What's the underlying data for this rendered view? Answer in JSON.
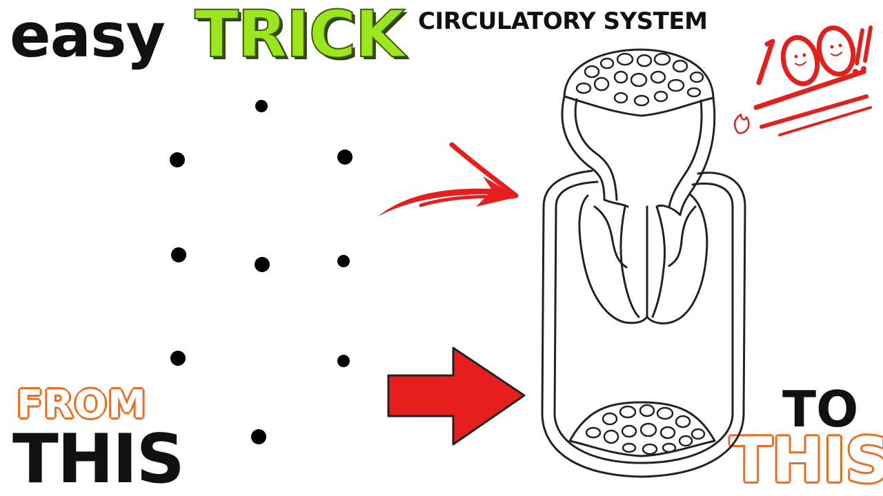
{
  "thumbnail": {
    "title_word1": "easy",
    "title_word2": "TRICK",
    "subtitle": "CIRCULATORY SYSTEM",
    "from_label": "FROM",
    "this_left_label": "THIS",
    "to_label": "TO",
    "this_right_label": "THIS",
    "score": "100",
    "score_suffix": "!!"
  },
  "colors": {
    "title_green": "#9be61d",
    "accent_orange": "#f06a1e",
    "arrow_red": "#e61e1e",
    "ink": "#111111"
  },
  "icons": [
    "hundred-points-icon",
    "fire-icon",
    "curved-arrow-icon",
    "block-arrow-icon"
  ]
}
